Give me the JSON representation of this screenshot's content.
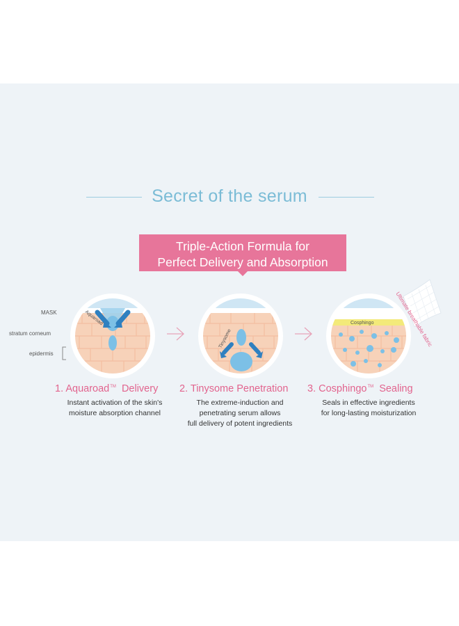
{
  "headline": "Secret of the serum",
  "banner": {
    "line1": "Triple-Action Formula for",
    "line2": "Perfect Delivery and Absorption"
  },
  "layer_labels": {
    "mask": "MASK",
    "stratum": "stratum corneum",
    "epidermis": "epidermis"
  },
  "side_label": "Ultimate breathable fabric",
  "steps": [
    {
      "number": "1.",
      "name": "Aquaroad",
      "tm": "TM",
      "action": "Delivery",
      "desc_lines": [
        "Instant activation of the skin's",
        "moisture absorption channel"
      ],
      "diagram_label": "Aquaroad"
    },
    {
      "number": "2.",
      "name": "Tinysome Penetration",
      "tm": "",
      "action": "",
      "desc_lines": [
        "The extreme-induction and",
        "penetrating serum allows",
        "full delivery of potent ingredients"
      ],
      "diagram_label": "Tinysome"
    },
    {
      "number": "3.",
      "name": "Cosphingo",
      "tm": "TM",
      "action": "Sealing",
      "desc_lines": [
        "Seals in effective ingredients",
        "for long-lasting moisturization"
      ],
      "diagram_label": "Cosphingo"
    }
  ],
  "colors": {
    "background": "#eef3f7",
    "accent_pink": "#e2648e",
    "accent_blue": "#7bbcd6",
    "arrow_blue": "#2f80c0",
    "skin": "#f7d2b9",
    "mask_blue": "#cfe6f4",
    "seal_yellow": "#f3ea7a"
  }
}
